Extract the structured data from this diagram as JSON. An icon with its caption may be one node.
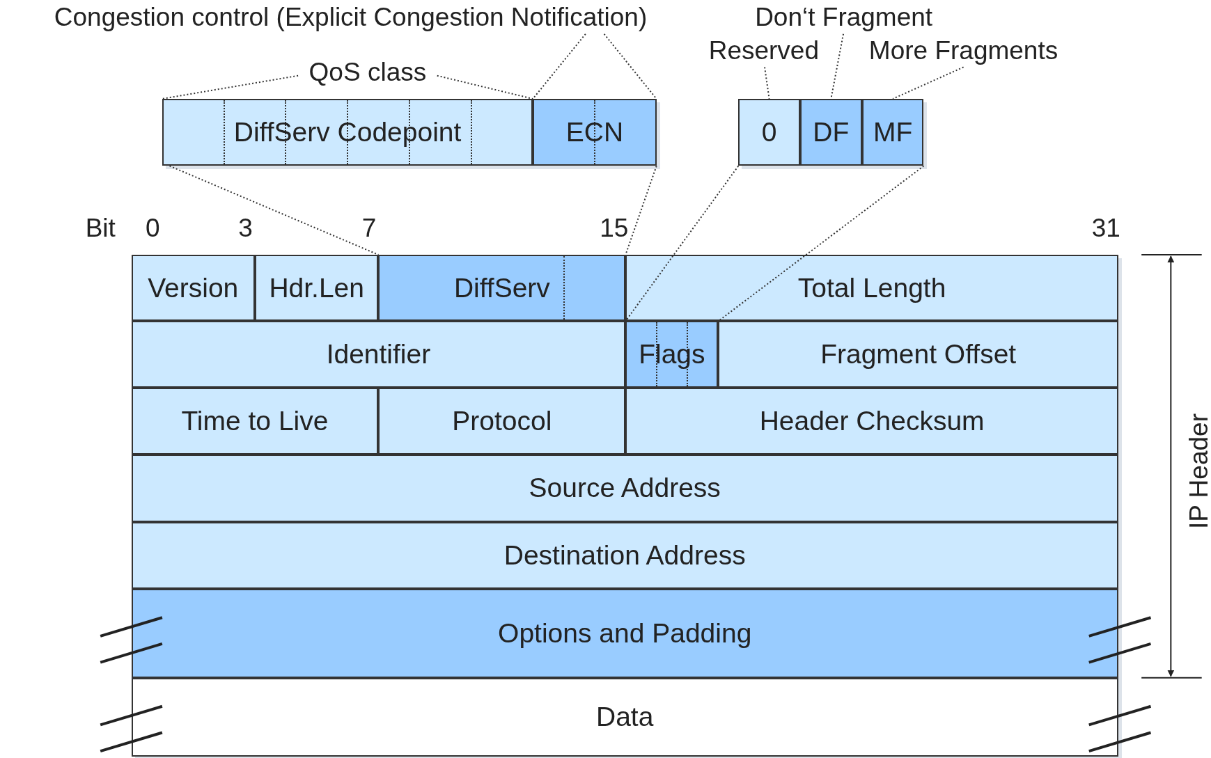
{
  "diagram": {
    "nodes": [
      {
        "text": [
          "DiffServ Codepoint"
        ]
      },
      {
        "text": [
          "ECN"
        ]
      },
      {
        "text": [
          "0"
        ]
      },
      {
        "text": [
          "DF"
        ]
      },
      {
        "text": [
          "MF"
        ]
      },
      {
        "text": [
          "Version"
        ]
      },
      {
        "text": [
          "Hdr.Len"
        ]
      },
      {
        "text": [
          "DiffServ"
        ]
      },
      {
        "text": [
          "Total Length"
        ]
      },
      {
        "text": [
          "Identifier"
        ]
      },
      {
        "text": [
          "Flags"
        ]
      },
      {
        "text": [
          "Fragment Offset"
        ]
      },
      {
        "text": [
          "Time to Live"
        ]
      },
      {
        "text": [
          "Protocol"
        ]
      },
      {
        "text": [
          "Header Checksum"
        ]
      },
      {
        "text": [
          "Source Address"
        ]
      },
      {
        "text": [
          "Destination Address"
        ]
      },
      {
        "text": [
          "Options and Padding"
        ]
      },
      {
        "text": [
          "Data"
        ]
      },
      {
        "text": [
          "Congestion control (Explicit Congestion Notification)"
        ]
      },
      {
        "text": [
          "QoS class"
        ]
      },
      {
        "text": [
          "Don‘t Fragment"
        ]
      },
      {
        "text": [
          "Reserved"
        ]
      },
      {
        "text": [
          "More Fragments"
        ]
      }
    ],
    "edges": [
      {
        "from": 20,
        "to": 0,
        "arrow": "none"
      },
      {
        "from": 20,
        "to": 0,
        "arrow": "none"
      },
      {
        "from": 19,
        "to": 1,
        "arrow": "none"
      },
      {
        "from": 19,
        "to": 1,
        "arrow": "none"
      },
      {
        "from": 22,
        "to": 2,
        "arrow": "none"
      },
      {
        "from": 21,
        "to": 3,
        "arrow": "none"
      },
      {
        "from": 23,
        "to": 4,
        "arrow": "none"
      },
      {
        "from": 0,
        "to": 7,
        "arrow": "none"
      },
      {
        "from": 1,
        "to": 7,
        "arrow": "none"
      },
      {
        "from": 2,
        "to": 10,
        "arrow": "none"
      },
      {
        "from": 4,
        "to": 10,
        "arrow": "none"
      }
    ],
    "labels": [
      "Bit",
      "0",
      "3",
      "7",
      "15",
      "31",
      "IP Header"
    ]
  }
}
